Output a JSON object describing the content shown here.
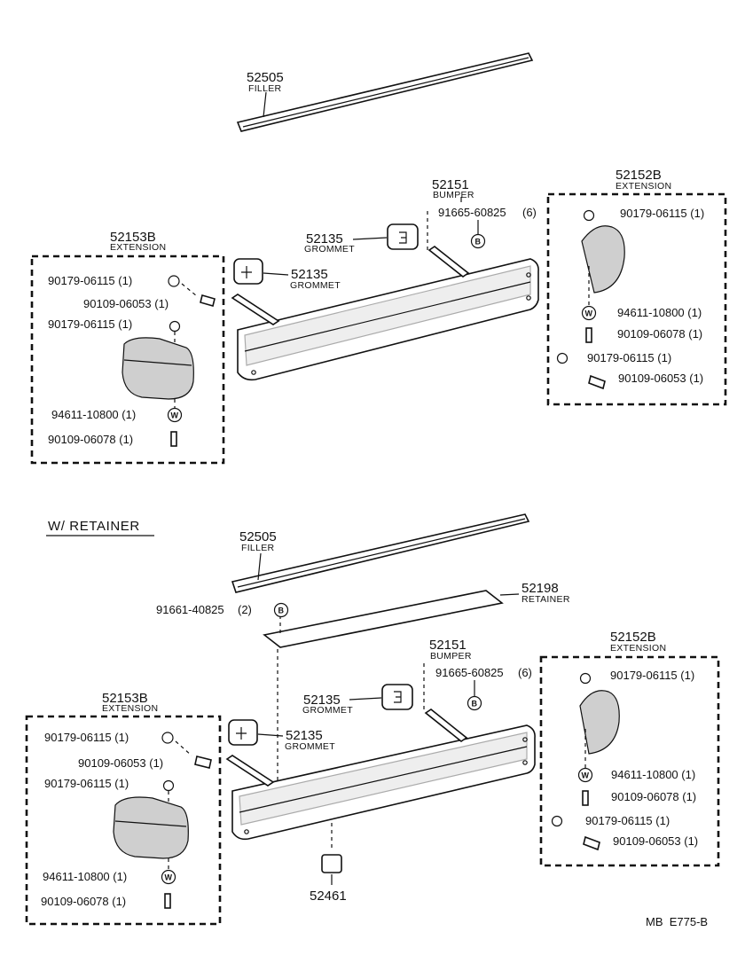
{
  "top": {
    "filler": {
      "number": "52505",
      "name": "FILLER"
    },
    "bumper": {
      "number": "52151",
      "name": "BUMPER"
    },
    "bolt_main": {
      "number": "91665-60825",
      "qty": "(6)",
      "symbol": "B"
    },
    "grommet_a": {
      "number": "52135",
      "name": "GROMMET"
    },
    "grommet_b": {
      "number": "52135",
      "name": "GROMMET"
    },
    "ext_left": {
      "number": "52153B",
      "name": "EXTENSION",
      "parts": [
        {
          "label": "90179-06115 (1)"
        },
        {
          "label": "90109-06053 (1)"
        },
        {
          "label": "90179-06115 (1)"
        },
        {
          "label": "94611-10800 (1)",
          "symbol": "W"
        },
        {
          "label": "90109-06078 (1)"
        }
      ]
    },
    "ext_right": {
      "number": "52152B",
      "name": "EXTENSION",
      "parts": [
        {
          "label": "90179-06115 (1)"
        },
        {
          "label": "94611-10800 (1)",
          "symbol": "W"
        },
        {
          "label": "90109-06078 (1)"
        },
        {
          "label": "90179-06115 (1)"
        },
        {
          "label": "90109-06053 (1)"
        }
      ]
    }
  },
  "section_title": "W/ RETAINER",
  "bottom": {
    "filler": {
      "number": "52505",
      "name": "FILLER"
    },
    "retainer": {
      "number": "52198",
      "name": "RETAINER"
    },
    "bolt_retainer": {
      "number": "91661-40825",
      "qty": "(2)",
      "symbol": "B"
    },
    "bumper": {
      "number": "52151",
      "name": "BUMPER"
    },
    "bolt_main": {
      "number": "91665-60825",
      "qty": "(6)",
      "symbol": "B"
    },
    "grommet_a": {
      "number": "52135",
      "name": "GROMMET"
    },
    "grommet_b": {
      "number": "52135",
      "name": "GROMMET"
    },
    "pad": {
      "number": "52461"
    },
    "ext_left": {
      "number": "52153B",
      "name": "EXTENSION",
      "parts": [
        {
          "label": "90179-06115 (1)"
        },
        {
          "label": "90109-06053 (1)"
        },
        {
          "label": "90179-06115 (1)"
        },
        {
          "label": "94611-10800 (1)",
          "symbol": "W"
        },
        {
          "label": "90109-06078 (1)"
        }
      ]
    },
    "ext_right": {
      "number": "52152B",
      "name": "EXTENSION",
      "parts": [
        {
          "label": "90179-06115 (1)"
        },
        {
          "label": "94611-10800 (1)",
          "symbol": "W"
        },
        {
          "label": "90109-06078 (1)"
        },
        {
          "label": "90179-06115 (1)"
        },
        {
          "label": "90109-06053 (1)"
        }
      ]
    }
  },
  "footer_code": "MB  E775-B"
}
